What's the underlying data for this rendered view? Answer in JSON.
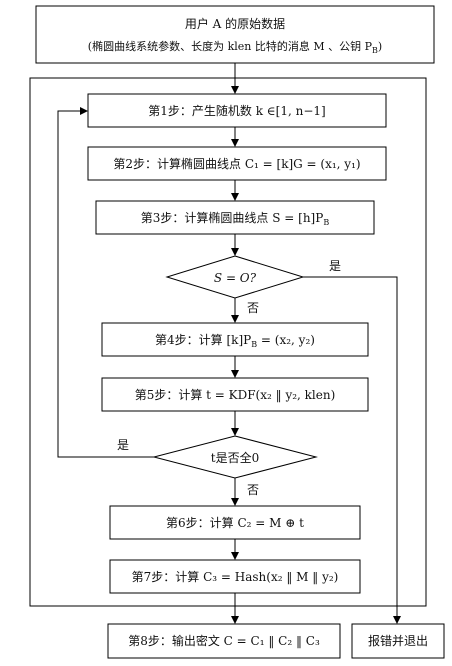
{
  "input": {
    "title": "用户 A 的原始数据",
    "subtitle": "(椭圆曲线系统参数、长度为 klen 比特的消息 M 、公钥 P",
    "subtitle_sub": "B",
    "subtitle_end": ")"
  },
  "steps": {
    "s1": "第1步：产生随机数 k ∈[1, n−1]",
    "s2": "第2步：计算椭圆曲线点 C₁ = [k]G = (x₁, y₁)",
    "s3": "第3步：计算椭圆曲线点 S = [h]P",
    "s3_sub": "B",
    "s4": "第4步：计算 [k]P",
    "s4_sub": "B",
    "s4_end": " = (x₂, y₂)",
    "s5": "第5步：计算 t = KDF(x₂ ‖ y₂, klen)",
    "s6": "第6步：计算 C₂ = M ⊕ t",
    "s7": "第7步：计算 C₃ = Hash(x₂ ‖ M ‖ y₂)",
    "s8": "第8步：输出密文 C = C₁ ‖ C₂ ‖ C₃"
  },
  "decisions": {
    "d1": "S = O?",
    "d1_yes": "是",
    "d1_no": "否",
    "d2": "t是否全0",
    "d2_yes": "是",
    "d2_no": "否"
  },
  "error": {
    "label": "报错并退出"
  },
  "colors": {
    "stroke": "#000000",
    "fill": "#ffffff",
    "text": "#111111"
  }
}
